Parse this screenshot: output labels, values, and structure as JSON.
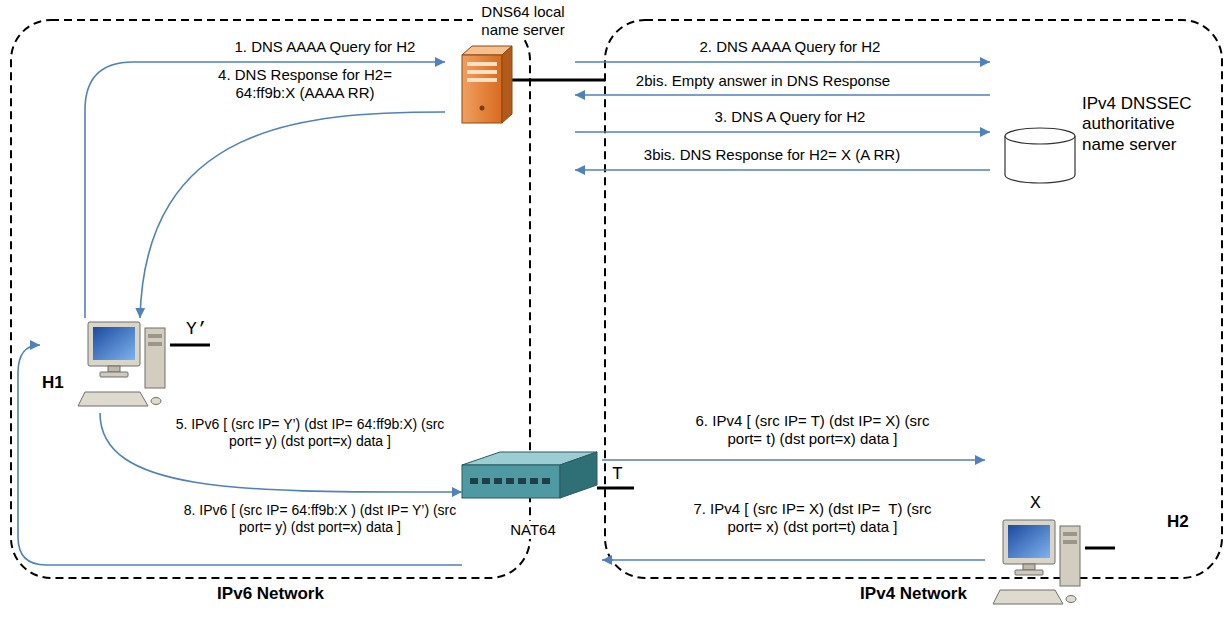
{
  "diagram": {
    "nodes": [
      {
        "text": [
          "IPv6 Network"
        ]
      },
      {
        "text": [
          "DNS64 local name server"
        ],
        "in": 0
      },
      {
        "text": [
          "H1"
        ],
        "in": 0
      },
      {
        "text": [
          "NAT64"
        ],
        "in": 0
      },
      {
        "text": [
          "IPv4 Network"
        ]
      },
      {
        "text": [
          "IPv4 DNSSEC authoritative name server"
        ],
        "in": 4
      },
      {
        "text": [
          "H2"
        ],
        "in": 4
      }
    ],
    "edges": [
      {
        "from": 2,
        "to": 1,
        "arrow": "to",
        "label": "1. DNS AAAA Query for H2"
      },
      {
        "from": 1,
        "to": 5,
        "arrow": "to",
        "label": "2. DNS AAAA Query for H2"
      },
      {
        "from": 5,
        "to": 1,
        "arrow": "to",
        "label": "2bis. Empty answer in DNS Response"
      },
      {
        "from": 1,
        "to": 5,
        "arrow": "to",
        "label": "3. DNS A Query for H2"
      },
      {
        "from": 5,
        "to": 1,
        "arrow": "to",
        "label": "3bis. DNS Response for H2= X (A RR)"
      },
      {
        "from": 1,
        "to": 2,
        "arrow": "to",
        "label": "4. DNS Response for H2= 64:ff9b:X (AAAA RR)"
      },
      {
        "from": 2,
        "to": 3,
        "arrow": "to",
        "label": "5. IPv6 [ (src IP= Y’) (dst IP= 64:ff9b:X) (src port= y) (dst port=x) data ]"
      },
      {
        "from": 3,
        "to": 6,
        "arrow": "to",
        "label": "6. IPv4 [ (src IP= T) (dst IP= X) (src port= t) (dst port=x) data ]"
      },
      {
        "from": 6,
        "to": 3,
        "arrow": "to",
        "label": "7. IPv4 [ (src IP= X) (dst IP=  T) (src port= x) (dst port=t) data ]"
      },
      {
        "from": 3,
        "to": 2,
        "arrow": "to",
        "label": "8. IPv6 [ (src IP= 64:ff9b:X ) (dst IP= Y’) (src port= y) (dst port=x) data ]"
      }
    ],
    "labels": [
      "Y’",
      "T",
      "X"
    ]
  }
}
